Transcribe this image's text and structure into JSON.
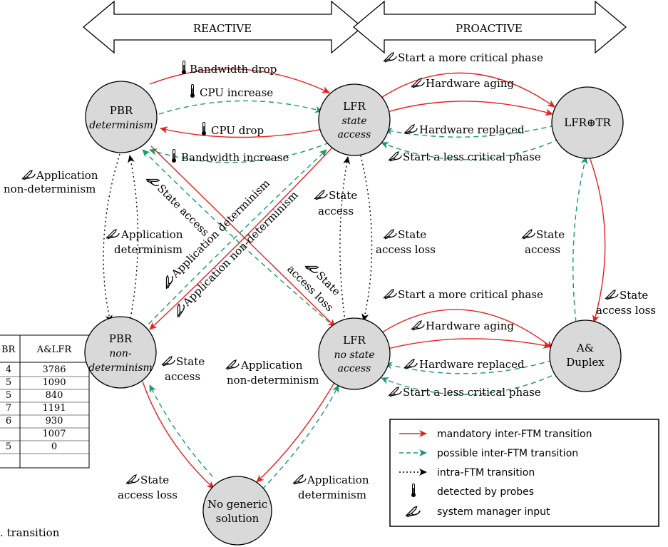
{
  "header": {
    "reactive": "REACTIVE",
    "proactive": "PROACTIVE"
  },
  "nodes": {
    "pbr_det": {
      "title": "PBR",
      "sub": "determinism"
    },
    "lfr_state": {
      "title": "LFR",
      "sub1": "state",
      "sub2": "access"
    },
    "lfr_tr": {
      "title": "LFR⊕TR"
    },
    "pbr_nondet": {
      "title": "PBR",
      "sub1": "non-",
      "sub2": "determinism"
    },
    "lfr_nostate": {
      "title": "LFR",
      "sub1": "no state",
      "sub2": "access"
    },
    "aduplex": {
      "title1": "A&",
      "title2": "Duplex"
    },
    "nogeneric": {
      "title1": "No generic",
      "title2": "solution"
    }
  },
  "labels": {
    "bandwidth_drop": "Bandwidth drop",
    "cpu_increase": "CPU increase",
    "cpu_drop": "CPU drop",
    "bandwidth_increase": "Bandwidth increase",
    "start_more_critical": "Start a more critical phase",
    "hardware_aging": "Hardware aging",
    "hardware_replaced": "Hardware replaced",
    "start_less_critical": "Start a less critical phase",
    "app_nondet_1": "Application",
    "app_nondet_2": "non-determinism",
    "app_det_1": "Application",
    "app_det_2": "determinism",
    "state_access_1": "State",
    "state_access_2": "access",
    "state_access_loss_1": "State",
    "state_access_loss_2": "access loss",
    "diag_state_access": "State access",
    "diag_app_det": "Application determinism",
    "diag_app_nondet": "Application non-determinism",
    "diag_state_access_loss_1": "State",
    "diag_state_access_loss_2": "access loss",
    "nodet_app_1": "Application",
    "nodet_app_2": "non-determinism",
    "bottom_app_1": "Application",
    "bottom_app_2": "determinism",
    "bottom_state_1": "State",
    "bottom_state_2": "access loss"
  },
  "table": {
    "header": [
      "BR",
      "A&LFR"
    ],
    "left_col": [
      "4",
      "5",
      "5",
      "7",
      "6",
      "",
      "5"
    ],
    "right_col": [
      "3786",
      "1090",
      "840",
      "1191",
      "930",
      "1007",
      "0"
    ],
    "caption": ". transition"
  },
  "legend": {
    "mandatory": "mandatory inter-FTM transition",
    "possible": "possible inter-FTM transition",
    "intra": "intra-FTM transition",
    "probes": "detected by probes",
    "manager": "system manager input"
  },
  "colors": {
    "mandatory": "#e8201e",
    "possible": "#1a9a6b",
    "intra": "#000000",
    "node_fill": "#d9d9d9"
  },
  "icons": {
    "probe": "thermometer-icon",
    "manager": "hand-writing-icon"
  }
}
